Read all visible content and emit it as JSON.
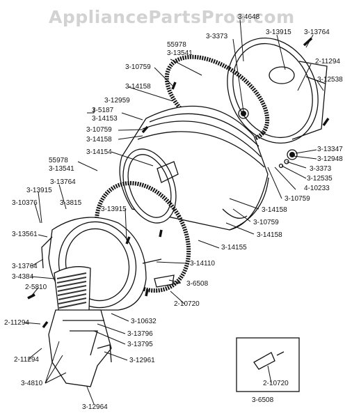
{
  "watermark": "AppliancePartsPros.com",
  "labels": {
    "l3_4648": "3-4648",
    "l3_3373_top": "3-3373",
    "l3_13915_top": "3-13915",
    "l3_13764_top": "3-13764",
    "l55978_top": "55978",
    "l3_13541_top": "3-13541",
    "l2_11294_top": "2-11294",
    "l3_10759_a": "3-10759",
    "l3_12538": "3-12538",
    "l3_14158_a": "3-14158",
    "l3_12959": "3-12959",
    "l3_5187": "3-5187",
    "l3_14153": "3-14153",
    "l3_10759_b": "3-10759",
    "l3_14158_b": "3-14158",
    "l3_13347": "3-13347",
    "l3_12948": "3-12948",
    "l3_14154": "3-14154",
    "l3_3373_r": "3-3373",
    "l55978_mid": "55978",
    "l3_13541_mid": "3-13541",
    "l3_12535": "3-12535",
    "l4_10233": "4-10233",
    "l3_13764_mid": "3-13764",
    "l3_13915_mid": "3-13915",
    "l3_10759_r": "3-10759",
    "l3_10376": "3-10376",
    "l3_3815": "3-3815",
    "l3_14158_r": "3-14158",
    "l3_13915_c": "3-13915",
    "l3_10759_c": "3-10759",
    "l3_13561": "3-13561",
    "l3_14158_c": "3-14158",
    "l3_14155": "3-14155",
    "l3_13764_l": "3-13764",
    "l3_14110": "3-14110",
    "l3_4384": "3-4384",
    "l3_6508": "3-6508",
    "l2_5810": "2-5810",
    "l2_10720": "2-10720",
    "l2_11294_l": "2-11294",
    "l3_10632": "3-10632",
    "l3_13796": "3-13796",
    "l3_13795": "3-13795",
    "l2_11294_b": "2-11294",
    "l3_12961": "3-12961",
    "l2_10720_inset": "2-10720",
    "l3_4810": "3-4810",
    "l3_6508_inset": "3-6508",
    "l3_12964": "3-12964"
  }
}
